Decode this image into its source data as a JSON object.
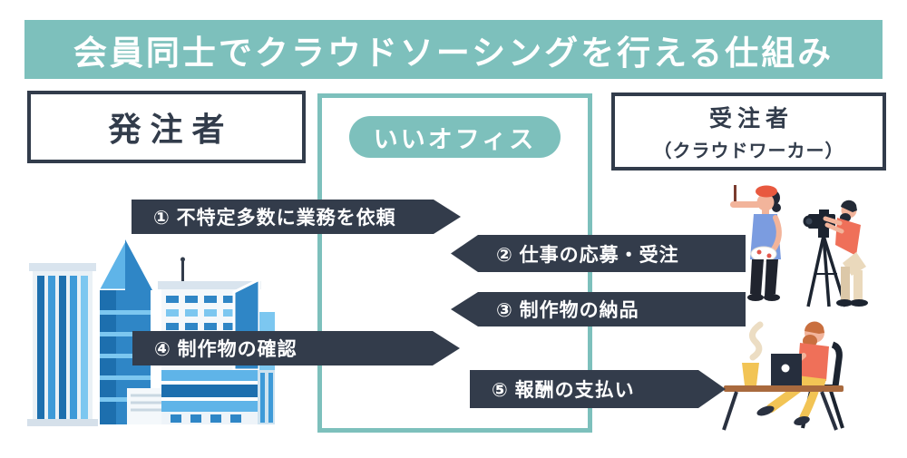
{
  "title": "会員同士でクラウドソーシングを行える仕組み",
  "actors": {
    "client": {
      "label": "発注者"
    },
    "platform": {
      "label": "いいオフィス"
    },
    "worker": {
      "label_line1": "受注者",
      "label_line2": "（クラウドワーカー）"
    }
  },
  "steps": [
    {
      "label": "① 不特定多数に業務を依頼",
      "direction": "right",
      "from": "発注者",
      "to": "いいオフィス"
    },
    {
      "label": "② 仕事の応募・受注",
      "direction": "left",
      "from": "受注者",
      "to": "いいオフィス"
    },
    {
      "label": "③ 制作物の納品",
      "direction": "left",
      "from": "受注者",
      "to": "いいオフィス"
    },
    {
      "label": "④ 制作物の確認",
      "direction": "right",
      "from": "発注者",
      "to": "いいオフィス"
    },
    {
      "label": "⑤ 報酬の支払い",
      "direction": "right",
      "from": "いいオフィス",
      "to": "受注者"
    }
  ],
  "illustrations": {
    "left": "office-building",
    "right_top": "painter-and-photographer",
    "right_bottom": "remote-worker-at-desk"
  },
  "colors": {
    "teal": "#7dc0bc",
    "navy": "#323c4b",
    "building_blue_dark": "#1d6fae",
    "building_blue_mid": "#2f86c6",
    "building_blue_light": "#7cc7f0",
    "coral_shirt": "#ef7059",
    "yellow": "#f2c455",
    "skin": "#f2b49b",
    "tank_top_blue": "#7b9ce0",
    "beret_orange": "#e8593f",
    "desk_brown": "#a96a3e"
  }
}
